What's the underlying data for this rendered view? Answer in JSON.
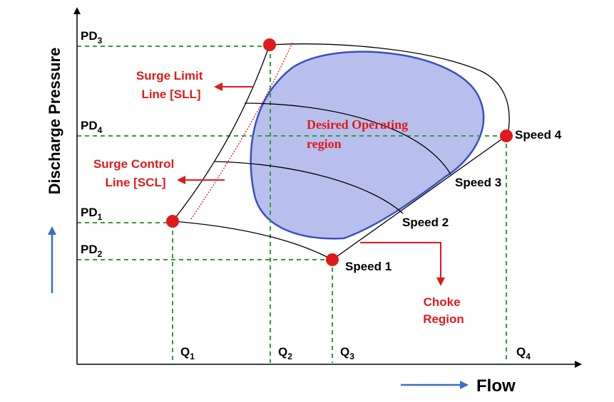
{
  "axes": {
    "y_label": "Discharge Pressure",
    "x_label": "Flow"
  },
  "pressure_labels": {
    "pd3": {
      "base": "PD",
      "sub": "3"
    },
    "pd4": {
      "base": "PD",
      "sub": "4"
    },
    "pd1": {
      "base": "PD",
      "sub": "1"
    },
    "pd2": {
      "base": "PD",
      "sub": "2"
    }
  },
  "flow_labels": {
    "q1": {
      "base": "Q",
      "sub": "1"
    },
    "q2": {
      "base": "Q",
      "sub": "2"
    },
    "q3": {
      "base": "Q",
      "sub": "3"
    },
    "q4": {
      "base": "Q",
      "sub": "4"
    }
  },
  "annotations": {
    "surge_limit_line": [
      "Surge Limit",
      "Line [SLL]"
    ],
    "surge_control_line": [
      "Surge Control",
      "Line [SCL]"
    ],
    "desired_region": [
      "Desired Operating",
      "region"
    ],
    "choke_region": [
      "Choke",
      "Region"
    ]
  },
  "speed_labels": {
    "speed1": "Speed 1",
    "speed2": "Speed 2",
    "speed3": "Speed 3",
    "speed4": "Speed 4"
  },
  "colors": {
    "axis": "#000000",
    "guide": "#2e9e3e",
    "point": "#e01a1a",
    "annotation_text": "#e01a1a",
    "region_fill": "#b9bfec",
    "region_stroke": "#3a4fc4",
    "arrow_blue": "#3c6fc1"
  }
}
